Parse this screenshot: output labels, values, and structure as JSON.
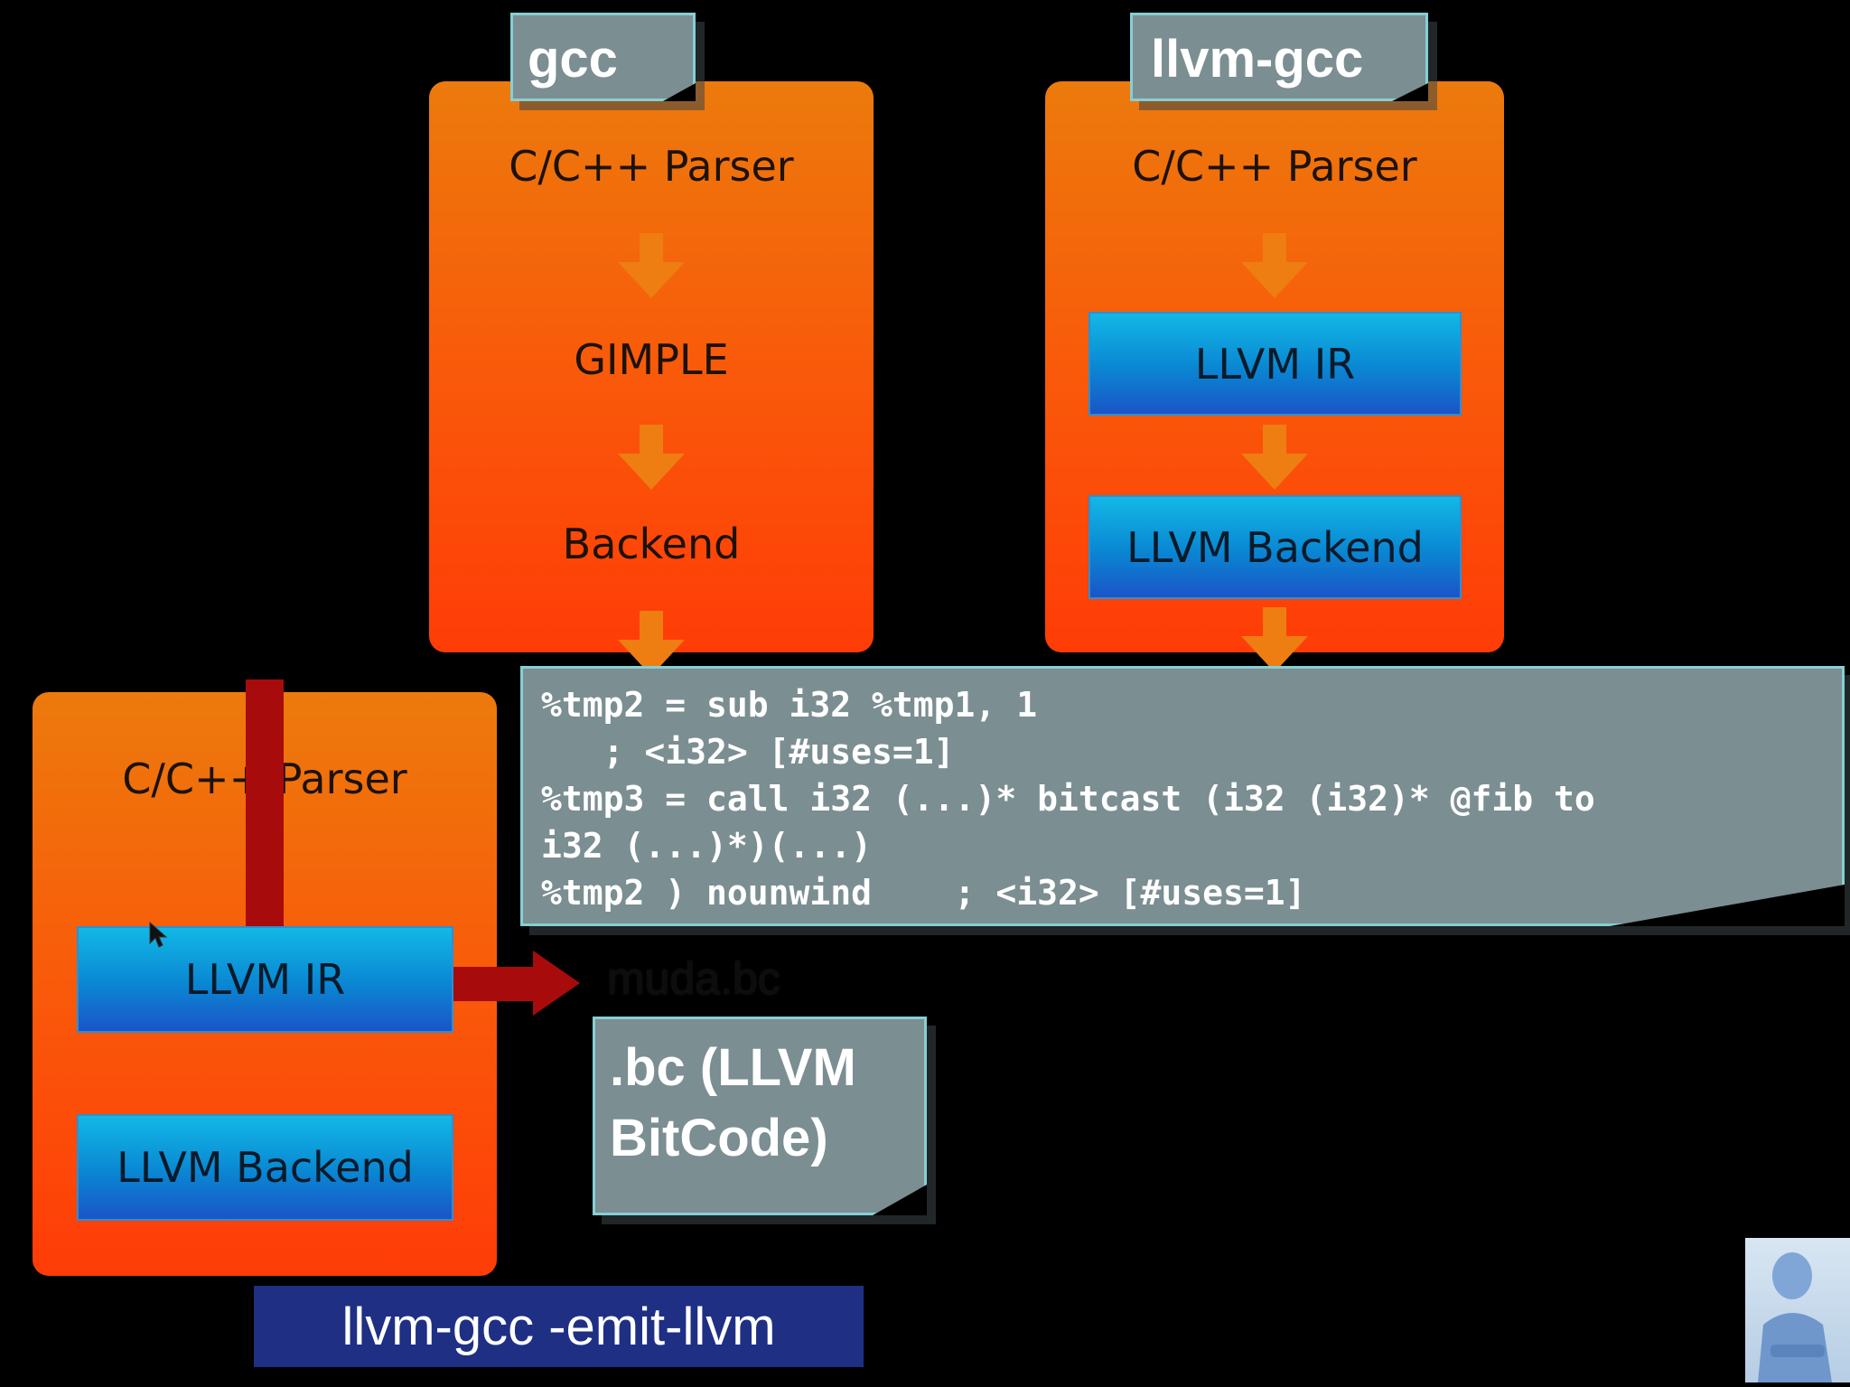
{
  "gcc": {
    "label": "gcc",
    "stages": [
      "C/C++ Parser",
      "GIMPLE",
      "Backend"
    ]
  },
  "llvm_gcc": {
    "label": "llvm-gcc",
    "parser": "C/C++ Parser",
    "ir": "LLVM IR",
    "backend": "LLVM Backend"
  },
  "emit": {
    "parser": "C/C++ Parser",
    "ir": "LLVM IR",
    "backend": "LLVM Backend",
    "output_file": "muda.bc",
    "command": "llvm-gcc -emit-llvm"
  },
  "code_note": {
    "lines": [
      "%tmp2 = sub i32 %tmp1, 1",
      "   ; <i32> [#uses=1]",
      "%tmp3 = call i32 (...)* bitcast (i32 (i32)* @fib to",
      "i32 (...)*)(...)",
      "%tmp2 ) nounwind    ; <i32> [#uses=1]"
    ]
  },
  "bc_note": {
    "line1": ".bc (LLVM",
    "line2": "BitCode)"
  },
  "colors": {
    "panel_top": "#ec7a0c",
    "panel_bottom": "#ff3c07",
    "ir_blue": "#0a86d2",
    "note_fill": "#7b8e92",
    "note_border": "#86cfd3",
    "command_bar": "#1e2f84",
    "red_connector": "#a80b0b"
  }
}
